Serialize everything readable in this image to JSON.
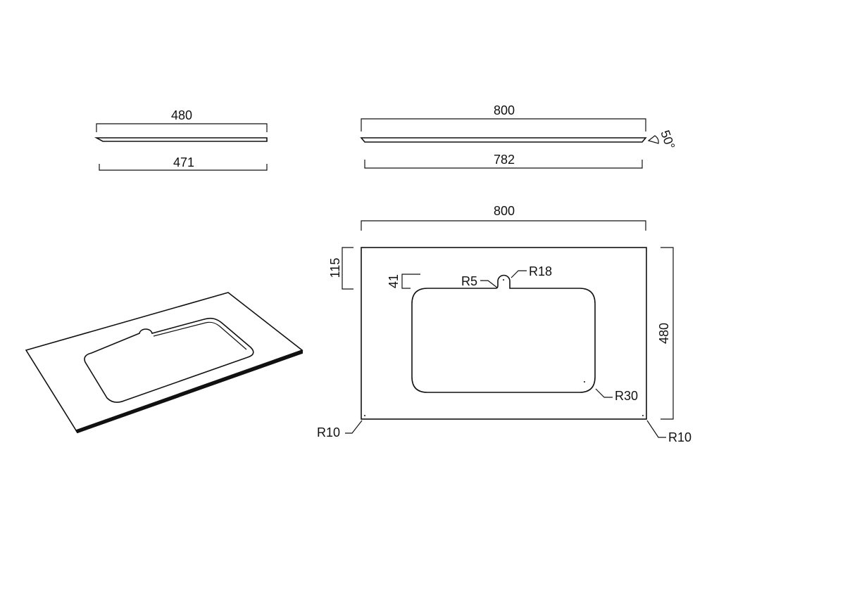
{
  "side_view_depth": {
    "overall": "480",
    "bottom": "471"
  },
  "side_view_width": {
    "overall": "800",
    "bottom": "782",
    "edge_angle": "50°"
  },
  "plan_view": {
    "width": "800",
    "depth": "480",
    "basin_offset_top": "115",
    "notch_depth": "41",
    "notch_fillet_radius": "R5",
    "notch_radius": "R18",
    "basin_corner_radius": "R30",
    "corner_radius_left": "R10",
    "corner_radius_right": "R10"
  }
}
